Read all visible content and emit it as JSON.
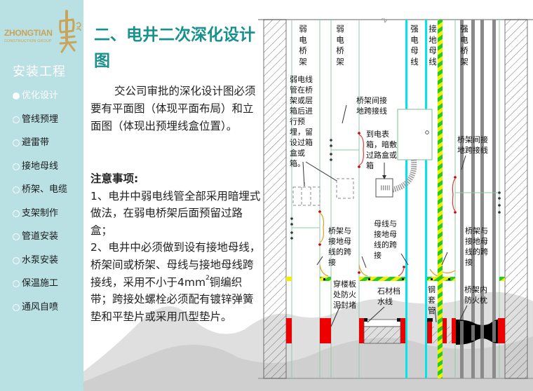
{
  "sidebar": {
    "logo": {
      "brand_en": "ZHONGTIAN",
      "brand_sub": "CONSTRUCTION GROUP",
      "brand_cn": "中天"
    },
    "section_title": "安装工程",
    "items": [
      {
        "label": "优化设计",
        "active": true
      },
      {
        "label": "管线预埋",
        "active": false
      },
      {
        "label": "避雷带",
        "active": false
      },
      {
        "label": "接地母线",
        "active": false
      },
      {
        "label": "桥架、电缆",
        "active": false
      },
      {
        "label": "支架制作",
        "active": false
      },
      {
        "label": "管道安装",
        "active": false
      },
      {
        "label": "水泵安装",
        "active": false
      },
      {
        "label": "保温施工",
        "active": false
      },
      {
        "label": "通风自喷",
        "active": false
      }
    ]
  },
  "main": {
    "heading": "二、电井二次深化设计图",
    "intro": "交公司审批的深化设计图必须要有平面图（体现平面布局）和立面图（体现出预埋线盒位置）。",
    "notes_title": "注意事项:",
    "note1": "1、电井中弱电线管全部采用暗埋式做法，在弱电桥架后面预留过路盒；",
    "note2_a": "2、电井中必须做到设有接地母线，桥架间或桥架、母线与接地母线跨接线，采用不小于4mm",
    "note2_sup": "2",
    "note2_b": "铜编织带；跨接处螺栓必须配有镀锌弹簧垫和平垫片或采用爪型垫片。"
  },
  "diagram": {
    "column_labels": {
      "weak_tray_1": "弱电桥架",
      "weak_tray_2": "弱电桥架",
      "strong_busbar": "强电母线",
      "ground_busbar": "接地母线",
      "strong_tray": "强电桥架"
    },
    "annotations": {
      "weak_conduit": "弱电线管在桥架或层箱后进行预埋，留设过箱盒或箱。",
      "tray_ground_jumper_1": "桥架间接地跨接线",
      "to_meter_box": "到电表箱，暗敷过路盒或箱",
      "tray_ground_jumper_2": "桥架间接地跨接线",
      "tray_busbar_jumper_1": "桥架与接地母线的跨接",
      "busbar_ground_jumper": "母线与接地母线的跨接",
      "tray_busbar_jumper_2": "桥架与接地母线的跨接",
      "fire_seal": "穿楼板处防火泥封堵",
      "stone_curb": "石材档水线",
      "steel_sleeve": "钢套管",
      "fire_pillow": "桥架内防火枕"
    },
    "colors": {
      "cyan_busbar": "#00e5ee",
      "ground_green": "#22cc22",
      "ground_yellow": "#f4ee00",
      "fire_red": "#ee0000",
      "tray_gray": "#8a8a8a",
      "line_green": "#8fc9a8",
      "heading_teal": "#17918e",
      "sidebar_bg": "#b9e0e3",
      "logo_gold": "#c9a45a"
    }
  }
}
